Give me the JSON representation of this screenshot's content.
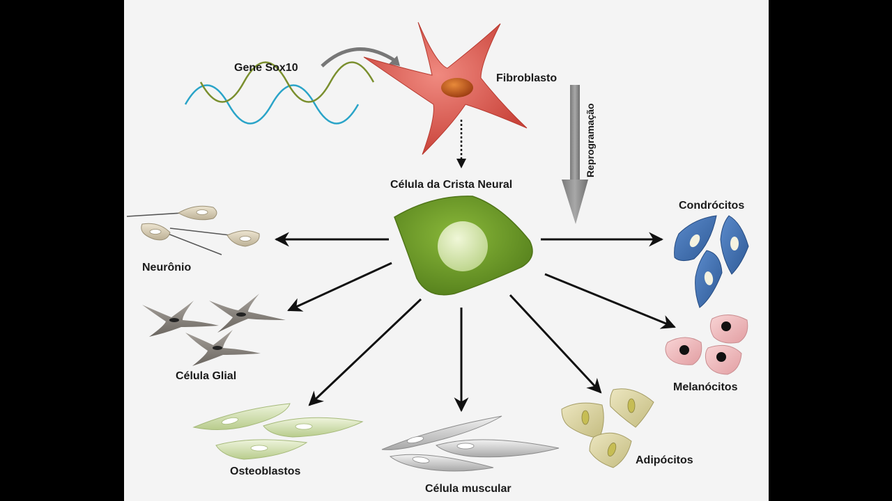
{
  "labels": {
    "gene": "Gene Sox10",
    "fibroblast": "Fibroblasto",
    "reprogramming": "Reprogramação",
    "neural_crest": "Célula da Crista Neural",
    "neuron": "Neurônio",
    "glial": "Célula Glial",
    "osteoblasts": "Osteoblastos",
    "muscle": "Célula muscular",
    "adipocytes": "Adipócitos",
    "melanocytes": "Melanócitos",
    "chondrocytes": "Condrócitos"
  },
  "colors": {
    "background": "#f4f4f4",
    "letterbox": "#000000",
    "fibroblast": "#d9534a",
    "neural_crest": "#6f9a2a",
    "dna_strand_a": "#2aa4c8",
    "dna_strand_b": "#7a8f2e",
    "chondrocyte": "#3f6fae",
    "melanocyte": "#f0b9bc",
    "adipocyte": "#d8d1a0",
    "osteoblast": "#d4e2b2",
    "muscle": "#d2d2d2",
    "glial": "#8a8580",
    "neuron": "#d8ceb6"
  }
}
